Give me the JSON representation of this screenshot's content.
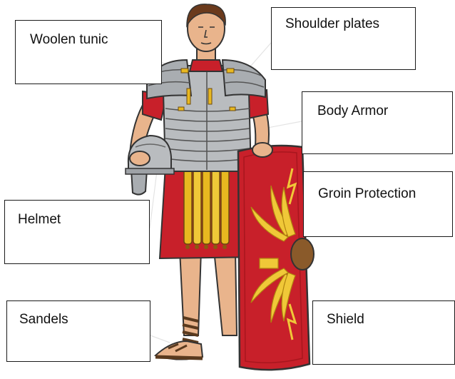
{
  "labels": {
    "woolen_tunic": "Woolen tunic",
    "shoulder_plates": "Shoulder plates",
    "body_armor": "Body Armor",
    "groin_protection": "Groin Protection",
    "helmet": "Helmet",
    "sandels": "Sandels",
    "shield": "Shield"
  },
  "colors": {
    "tunic_red": "#c8202a",
    "armor_silver": "#b9bcbf",
    "gold": "#e8b820",
    "skin": "#e9b48c",
    "hair": "#6b3a1c",
    "leather": "#5a3a1e"
  }
}
